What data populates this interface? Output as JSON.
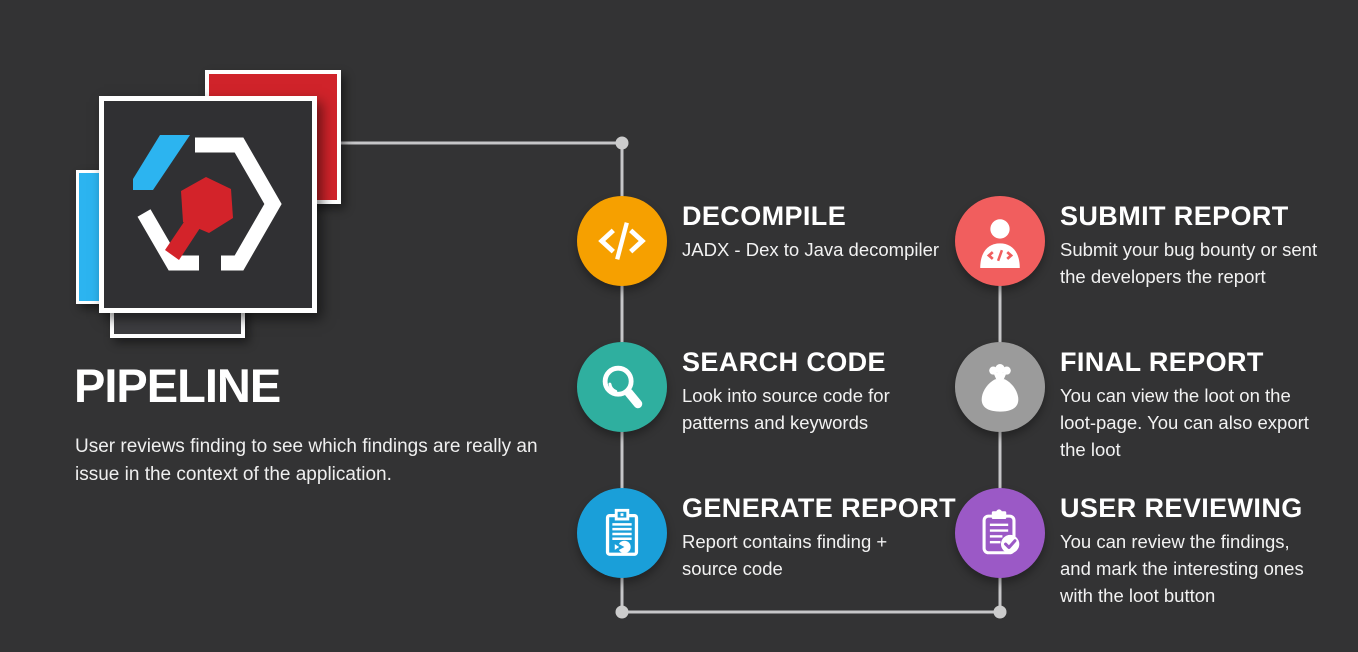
{
  "background_color": "#333334",
  "connector": {
    "color": "#C6C6C8",
    "dot_color": "#CCCCCC"
  },
  "logo": {
    "name": "hexagon-code-logo",
    "colors": {
      "cyan": "#2CB4F0",
      "red": "#D0232A",
      "main_square": "#303033",
      "back_square": "#3D3D40",
      "border": "#FFFFFF"
    }
  },
  "pipeline": {
    "title": "PIPELINE",
    "description": "User reviews finding to see which findings are really an\nissue in the context of the application."
  },
  "steps": [
    {
      "id": "decompile",
      "title": "DECOMPILE",
      "description": "JADX - Dex to Java decompiler",
      "color": "#F6A000",
      "icon": "code-icon",
      "column": "left"
    },
    {
      "id": "search-code",
      "title": "SEARCH CODE",
      "description": "Look into source code for\npatterns and keywords",
      "color": "#2FAF9F",
      "icon": "search-icon",
      "column": "left"
    },
    {
      "id": "generate-report",
      "title": "GENERATE REPORT",
      "description": "Report contains finding +\nsource code",
      "color": "#1A9FD9",
      "icon": "report-icon",
      "column": "left"
    },
    {
      "id": "submit-report",
      "title": "SUBMIT REPORT",
      "description": "Submit your bug bounty or sent\nthe developers the report",
      "color": "#F15E5E",
      "icon": "person-code-icon",
      "column": "right"
    },
    {
      "id": "final-report",
      "title": "FINAL REPORT",
      "description": "You can view the loot on the\nloot-page. You can also export\nthe loot",
      "color": "#9B9B9B",
      "icon": "loot-bag-icon",
      "column": "right"
    },
    {
      "id": "user-reviewing",
      "title": "USER REVIEWING",
      "description": "You can review the findings,\nand mark the interesting ones\nwith the loot button",
      "color": "#9B59C6",
      "icon": "clipboard-check-icon",
      "column": "right"
    }
  ]
}
